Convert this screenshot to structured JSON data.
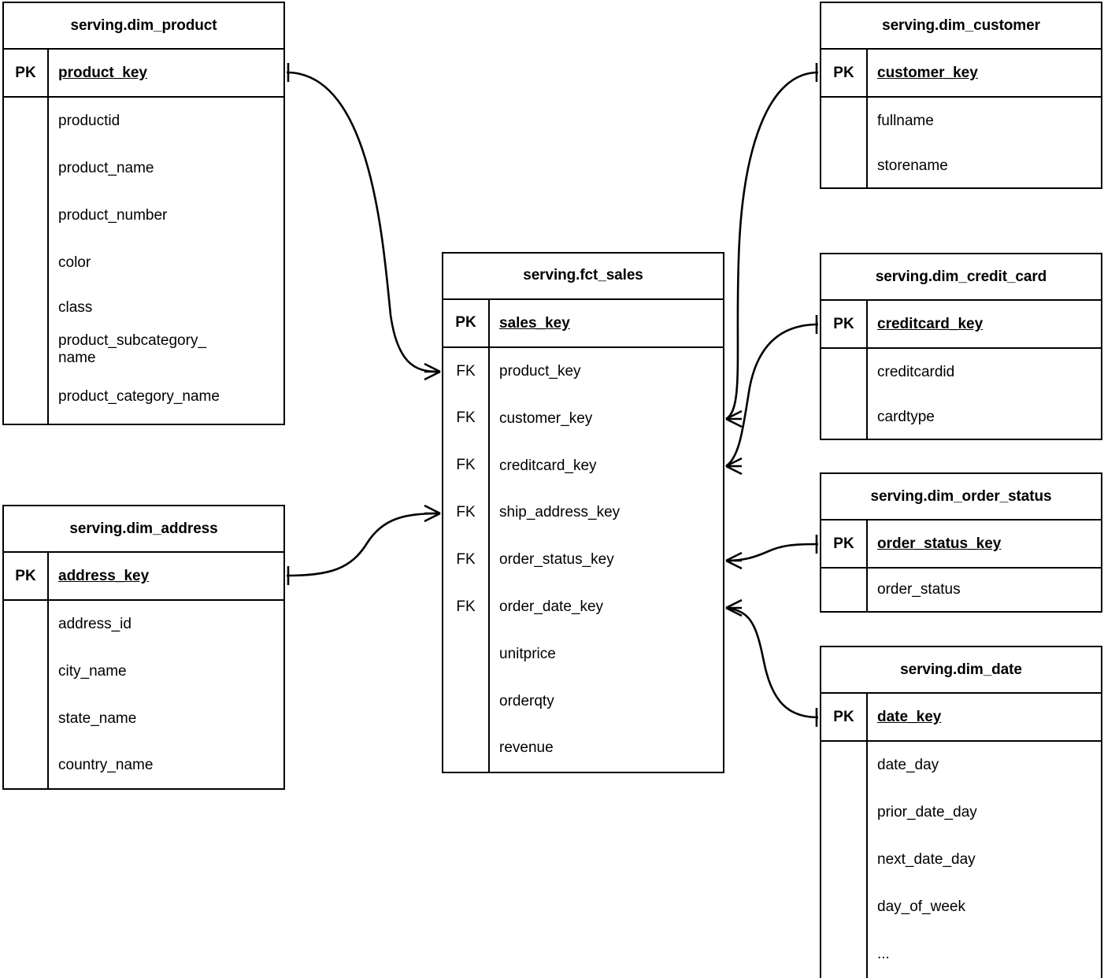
{
  "diagram": {
    "type": "entity-relationship-diagram",
    "notation": "crows-foot",
    "background_color": "#ffffff",
    "line_color": "#000000",
    "key_labels": {
      "primary": "PK",
      "foreign": "FK"
    }
  },
  "entities": [
    {
      "id": "dim_product",
      "title": "serving.dim_product",
      "pk": {
        "key_label": "PK",
        "name": "product_key"
      },
      "attributes": [
        "productid",
        "product_name",
        "product_number",
        "color",
        "class",
        "product_subcategory_\nname",
        "product_category_name"
      ]
    },
    {
      "id": "dim_address",
      "title": "serving.dim_address",
      "pk": {
        "key_label": "PK",
        "name": "address_key"
      },
      "attributes": [
        "address_id",
        "city_name",
        "state_name",
        "country_name"
      ]
    },
    {
      "id": "fct_sales",
      "title": "serving.fct_sales",
      "pk": {
        "key_label": "PK",
        "name": "sales_key"
      },
      "foreign_keys": [
        {
          "key_label": "FK",
          "name": "product_key"
        },
        {
          "key_label": "FK",
          "name": "customer_key"
        },
        {
          "key_label": "FK",
          "name": "creditcard_key"
        },
        {
          "key_label": "FK",
          "name": "ship_address_key"
        },
        {
          "key_label": "FK",
          "name": "order_status_key"
        },
        {
          "key_label": "FK",
          "name": "order_date_key"
        }
      ],
      "measures": [
        "unitprice",
        "orderqty",
        "revenue"
      ]
    },
    {
      "id": "dim_customer",
      "title": "serving.dim_customer",
      "pk": {
        "key_label": "PK",
        "name": "customer_key"
      },
      "attributes": [
        "fullname",
        "storename"
      ]
    },
    {
      "id": "dim_credit_card",
      "title": "serving.dim_credit_card",
      "pk": {
        "key_label": "PK",
        "name": "creditcard_key"
      },
      "attributes": [
        "creditcardid",
        "cardtype"
      ]
    },
    {
      "id": "dim_order_status",
      "title": "serving.dim_order_status",
      "pk": {
        "key_label": "PK",
        "name": "order_status_key"
      },
      "attributes": [
        "order_status"
      ]
    },
    {
      "id": "dim_date",
      "title": "serving.dim_date",
      "pk": {
        "key_label": "PK",
        "name": "date_key"
      },
      "attributes": [
        "date_day",
        "prior_date_day",
        "next_date_day",
        "day_of_week",
        "..."
      ]
    }
  ],
  "relationships": [
    {
      "from": "dim_product.product_key",
      "to": "fct_sales.product_key",
      "from_cardinality": "one",
      "to_cardinality": "many"
    },
    {
      "from": "dim_customer.customer_key",
      "to": "fct_sales.customer_key",
      "from_cardinality": "one",
      "to_cardinality": "many"
    },
    {
      "from": "dim_credit_card.creditcard_key",
      "to": "fct_sales.creditcard_key",
      "from_cardinality": "one",
      "to_cardinality": "many"
    },
    {
      "from": "dim_address.address_key",
      "to": "fct_sales.ship_address_key",
      "from_cardinality": "one",
      "to_cardinality": "many"
    },
    {
      "from": "dim_order_status.order_status_key",
      "to": "fct_sales.order_status_key",
      "from_cardinality": "one",
      "to_cardinality": "many"
    },
    {
      "from": "dim_date.date_key",
      "to": "fct_sales.order_date_key",
      "from_cardinality": "one",
      "to_cardinality": "many"
    }
  ]
}
